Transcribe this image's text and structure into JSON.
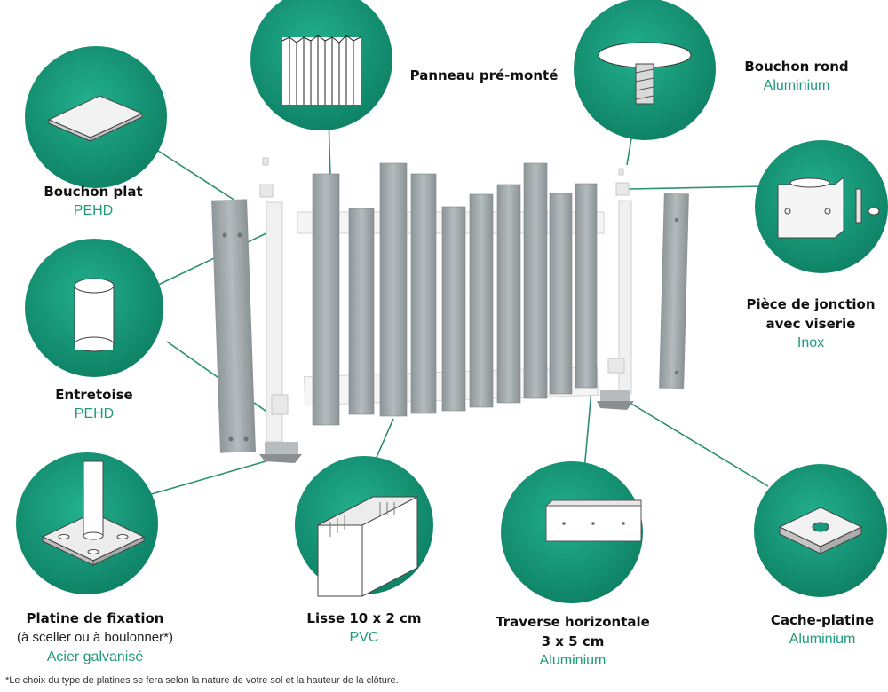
{
  "colors": {
    "accent": "#1f9a7c",
    "circle": "#169a7c",
    "line": "#2b8f74"
  },
  "components": {
    "panneau": {
      "title": "Panneau pré-monté"
    },
    "bouchon_rond": {
      "title": "Bouchon rond",
      "material": "Aluminium"
    },
    "bouchon_plat": {
      "title": "Bouchon plat",
      "material": "PEHD"
    },
    "piece_jonction": {
      "title_line1": "Pièce de jonction",
      "title_line2": "avec viserie",
      "material": "Inox"
    },
    "entretoise": {
      "title": "Entretoise",
      "material": "PEHD"
    },
    "platine": {
      "title": "Platine de fixation",
      "note": "(à sceller ou à boulonner*)",
      "material": "Acier galvanisé"
    },
    "lisse": {
      "title": "Lisse 10 x 2 cm",
      "material": "PVC"
    },
    "traverse": {
      "title_line1": "Traverse horizontale",
      "title_line2": "3 x 5 cm",
      "material": "Aluminium"
    },
    "cache_platine": {
      "title": "Cache-platine",
      "material": "Aluminium"
    }
  },
  "footnote": "*Le choix du type de platines se fera selon la nature de votre sol et la hauteur de la clôture."
}
